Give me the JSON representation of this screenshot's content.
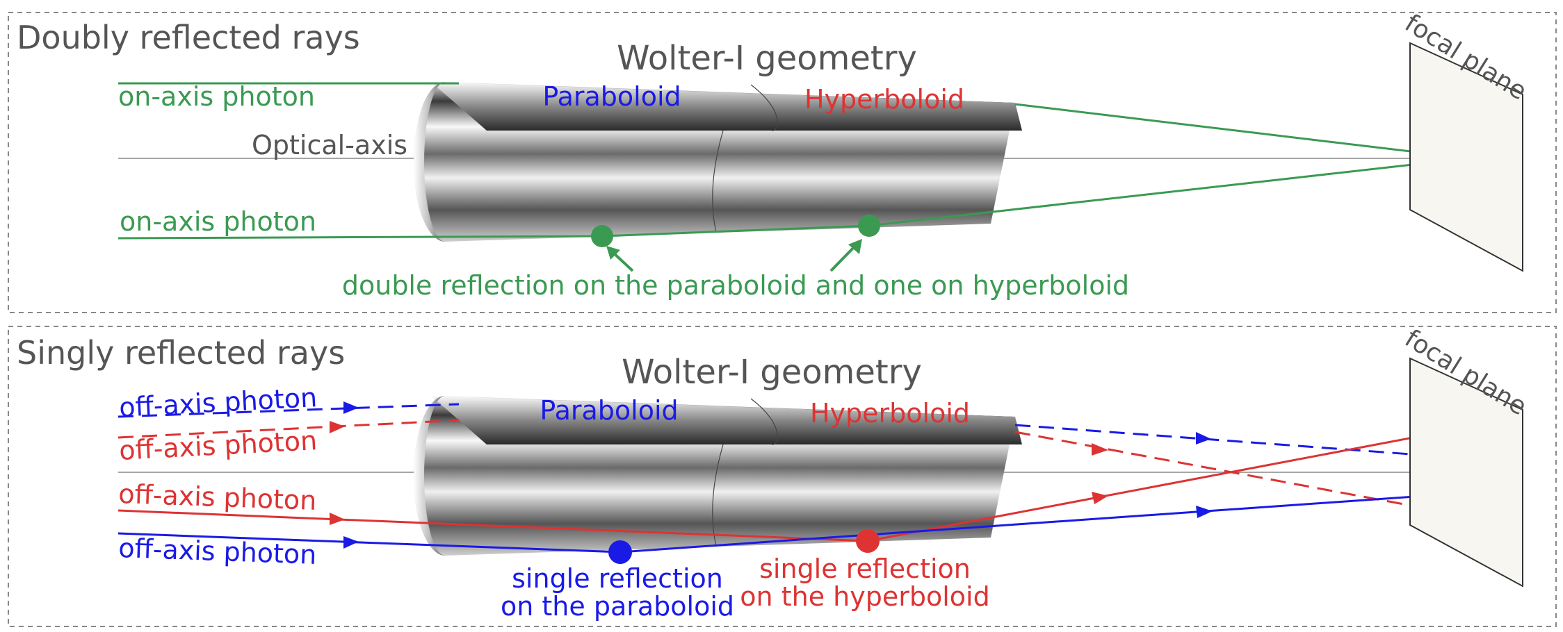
{
  "panels": [
    {
      "title": "Doubly reflected rays",
      "geometry_title": "Wolter-I geometry",
      "paraboloid_label": "Paraboloid",
      "hyperboloid_label": "Hyperboloid",
      "axis_label": "Optical-axis",
      "focal_label": "focal plane",
      "ray_labels": [
        "on-axis photon",
        "on-axis photon"
      ],
      "annotation": "double reflection on the paraboloid and one on hyperboloid"
    },
    {
      "title": "Singly reflected rays",
      "geometry_title": "Wolter-I geometry",
      "paraboloid_label": "Paraboloid",
      "hyperboloid_label": "Hyperboloid",
      "focal_label": "focal plane",
      "ray_labels": [
        "off-axis photon",
        "off-axis photon",
        "off-axis photon",
        "off-axis photon"
      ],
      "para_note": [
        "single reflection",
        "on the paraboloid"
      ],
      "hyper_note": [
        "single reflection",
        "on the hyperboloid"
      ]
    }
  ],
  "colors": {
    "green": "#3a9a52",
    "blue": "#1a1ae6",
    "red": "#dd3333",
    "text_gray": "#555555",
    "border": "#888888"
  }
}
